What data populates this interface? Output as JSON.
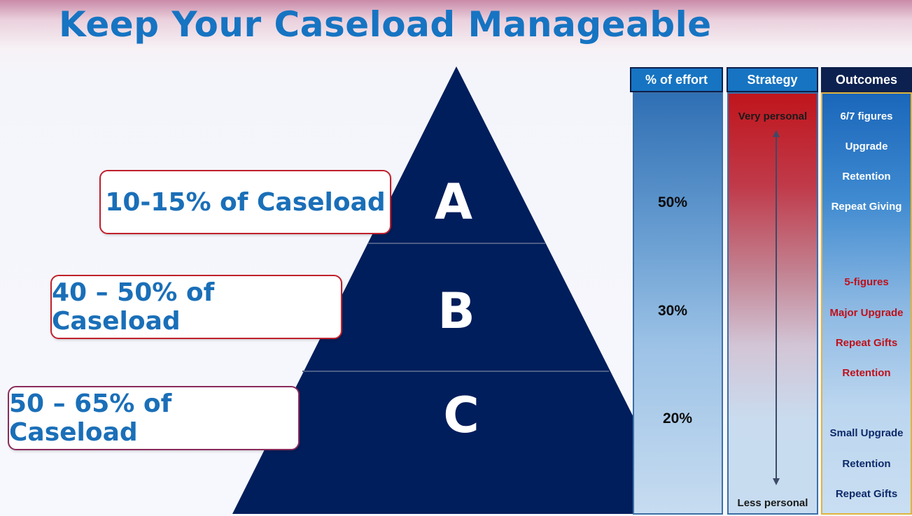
{
  "title": "Keep Your Caseload Manageable",
  "colors": {
    "title": "#1674c2",
    "pyramid": "#001e5c",
    "box_border_red": "#c0202c",
    "box_border_plum": "#8a2b5c",
    "outcome_white": "#ffffff",
    "outcome_red": "#c0101a",
    "outcome_navy": "#0d2a6a"
  },
  "tiers": [
    {
      "letter": "A",
      "caseload": "10-15% of Caseload",
      "effort": "50%"
    },
    {
      "letter": "B",
      "caseload": "40 – 50% of Caseload",
      "effort": "30%"
    },
    {
      "letter": "C",
      "caseload": "50 – 65% of Caseload",
      "effort": "20%"
    }
  ],
  "columns": {
    "effort": "% of effort",
    "strategy": "Strategy",
    "outcomes": "Outcomes"
  },
  "strategy": {
    "top": "Very personal",
    "bottom": "Less personal"
  },
  "outcomes": {
    "a": [
      "6/7 figures",
      "Upgrade",
      "Retention",
      "Repeat Giving"
    ],
    "b": [
      "5-figures",
      "Major Upgrade",
      "Repeat Gifts",
      "Retention"
    ],
    "c": [
      "Small Upgrade",
      "Retention",
      "Repeat Gifts"
    ]
  }
}
